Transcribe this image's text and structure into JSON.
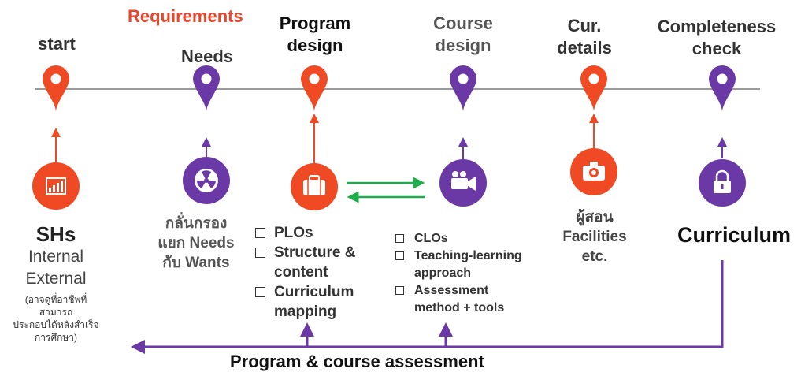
{
  "stages": {
    "start": "start",
    "requirements": "Requirements",
    "needs": "Needs",
    "program_design_1": "Program",
    "program_design_2": "design",
    "course_design_1": "Course",
    "course_design_2": "design",
    "cur_details_1": "Cur.",
    "cur_details_2": "details",
    "completeness_1": "Completeness",
    "completeness_2": "check"
  },
  "shs": {
    "title": "SHs",
    "line1": "Internal",
    "line2": "External",
    "note1": "(อาจดูที่อาชีพที่",
    "note2": "สามารถ",
    "note3": "ประกอบได้หลังสำเร็จ",
    "note4": "การศึกษา)"
  },
  "needs_text": {
    "line1": "กลั่นกรอง",
    "line2": "แยก Needs",
    "line3": "กับ Wants"
  },
  "program_list": {
    "item1": "PLOs",
    "item2a": "Structure &",
    "item2b": "content",
    "item3a": "Curriculum",
    "item3b": "mapping"
  },
  "course_list": {
    "item1": "CLOs",
    "item2a": "Teaching-learning",
    "item2b": "approach",
    "item3a": "Assessment",
    "item3b": "method + tools"
  },
  "details_text": {
    "line1": "ผู้สอน",
    "line2": "Facilities",
    "line3": "etc."
  },
  "curriculum": "Curriculum",
  "bottom_label": "Program & course assessment",
  "colors": {
    "orange": "#f04a24",
    "purple": "#6a39a6",
    "green": "#1fae4b",
    "line_grey": "#9a9a9a"
  },
  "icons": [
    "chart-icon",
    "radiation-icon",
    "briefcase-icon",
    "video-camera-icon",
    "camera-icon",
    "lock-icon"
  ]
}
